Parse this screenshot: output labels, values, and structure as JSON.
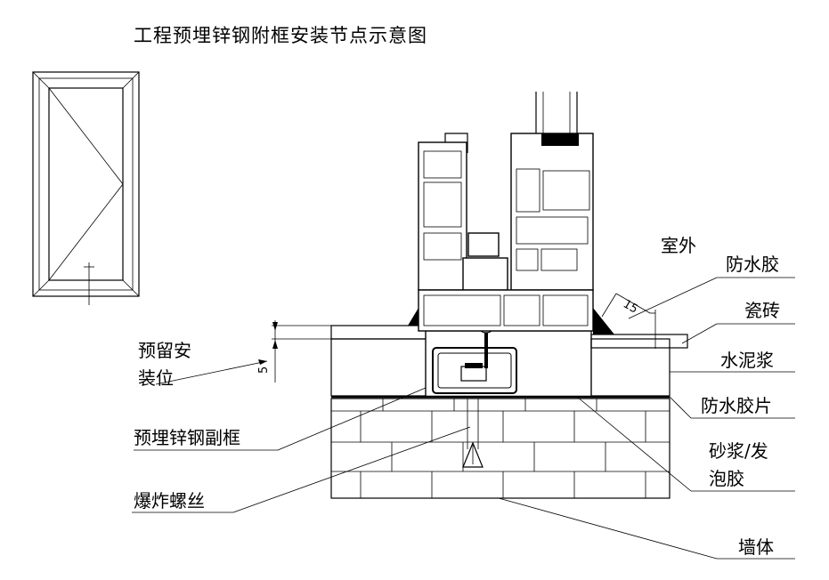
{
  "title": "工程预埋锌钢附框安装节点示意图",
  "labels": {
    "outdoor": "室外",
    "waterproof_glue": "防水胶",
    "tile": "瓷砖",
    "cement_mortar": "水泥浆",
    "waterproof_sheet": "防水胶片",
    "reserved_line1": "预留安",
    "reserved_line2": "装位",
    "embedded_frame": "预埋锌钢副框",
    "anchor_bolt": "爆炸螺丝",
    "mortar_foam_line1": "砂浆/发",
    "mortar_foam_line2": "泡胶",
    "wall": "墙体"
  },
  "dimensions": {
    "gap_dim": "5",
    "slope_dim": "15"
  },
  "colors": {
    "line": "#000000",
    "background": "#ffffff"
  }
}
